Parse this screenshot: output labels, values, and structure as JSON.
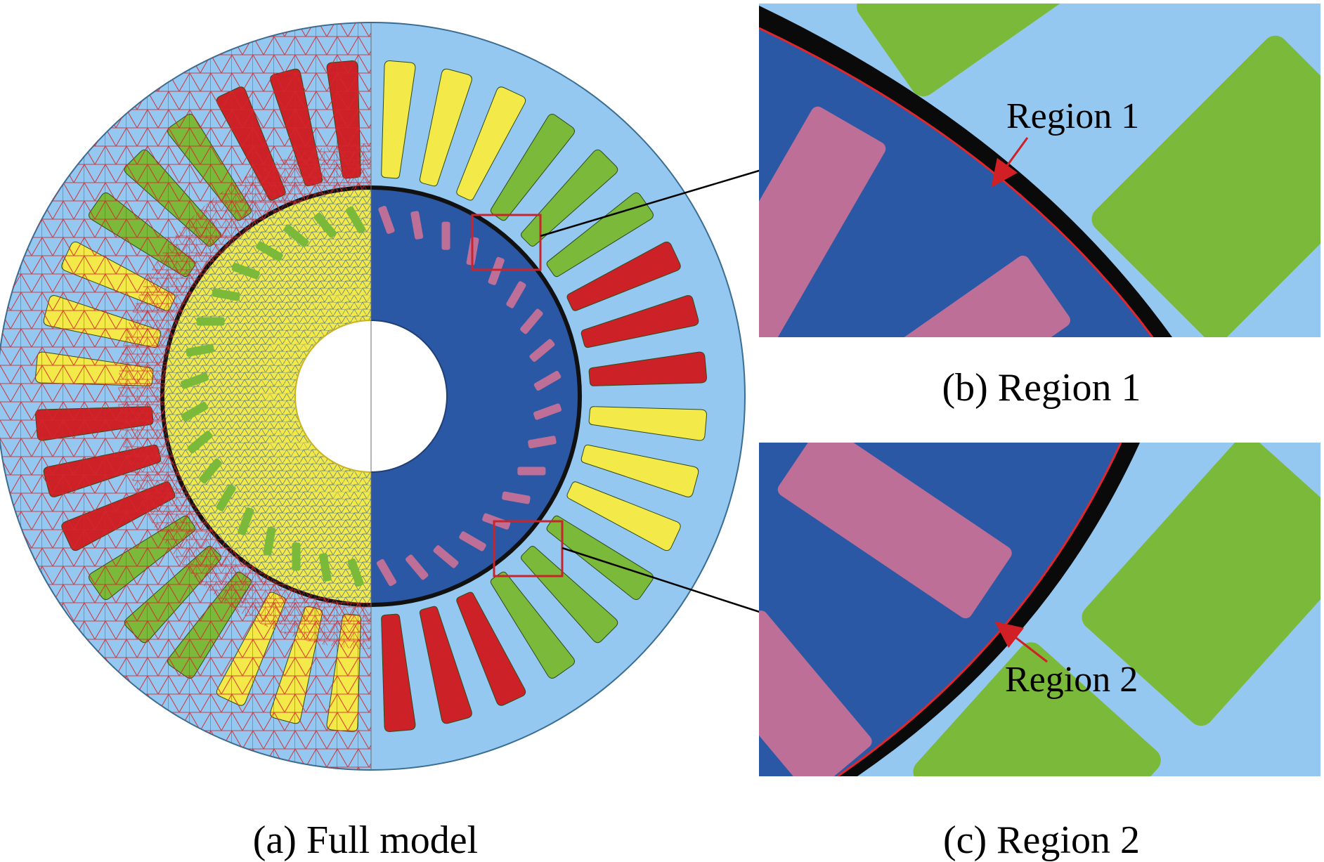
{
  "figure": {
    "panels": [
      {
        "id": "a",
        "caption": "(a) Full model"
      },
      {
        "id": "b",
        "caption": "(b) Region 1",
        "callout": "Region 1"
      },
      {
        "id": "c",
        "caption": "(c) Region 2",
        "callout": "Region 2"
      }
    ],
    "stator_slot_count": 36,
    "rotor_magnet_count": 36,
    "colors": {
      "stator_core": "#94c8f0",
      "rotor_core": "#2b58a4",
      "coil_green": "#7ab93a",
      "coil_yellow": "#f3ea4a",
      "coil_red": "#cc2127",
      "magnet": "#bd6f98",
      "air_gap": "#000000",
      "mesh_red": "#d7262c",
      "mesh_yellow": "#f2e63a",
      "highlight_box": "#c8242b"
    }
  }
}
